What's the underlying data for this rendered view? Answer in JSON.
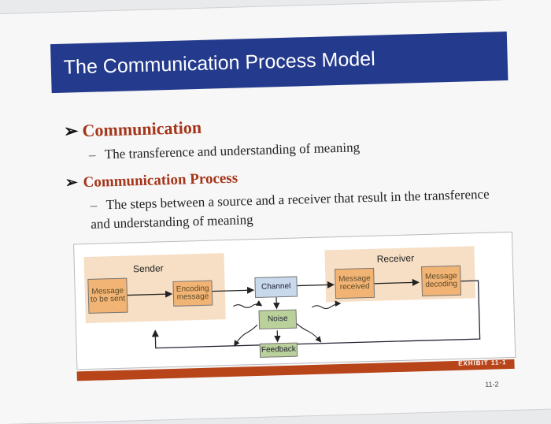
{
  "slide": {
    "title": "The Communication Process Model",
    "bullets": [
      {
        "marker": "➢",
        "label": "Communication",
        "sub": "The transference and understanding of meaning"
      },
      {
        "marker": "➢",
        "label": "Communication Process",
        "sub": "The steps between a source and a receiver that result in the transference and understanding of meaning"
      }
    ],
    "dash": "–",
    "diagram": {
      "sender_label": "Sender",
      "receiver_label": "Receiver",
      "nodes": {
        "message_sent": "Message to be sent",
        "encoding": "Encoding message",
        "channel": "Channel",
        "message_received": "Message received",
        "decoding": "Message decoding",
        "noise": "Noise",
        "feedback": "Feedback"
      }
    },
    "exhibit": "EXHIBIT 11-1",
    "page_number": "11-2",
    "colors": {
      "title_bar": "#243a8c",
      "heading": "#a4361a",
      "exhibit_bar": "#b8451a",
      "sender_zone": "#f6dfc4",
      "orange_box": "#f2b474",
      "channel_box": "#c9d9ec",
      "noise_box": "#bad19b"
    }
  }
}
